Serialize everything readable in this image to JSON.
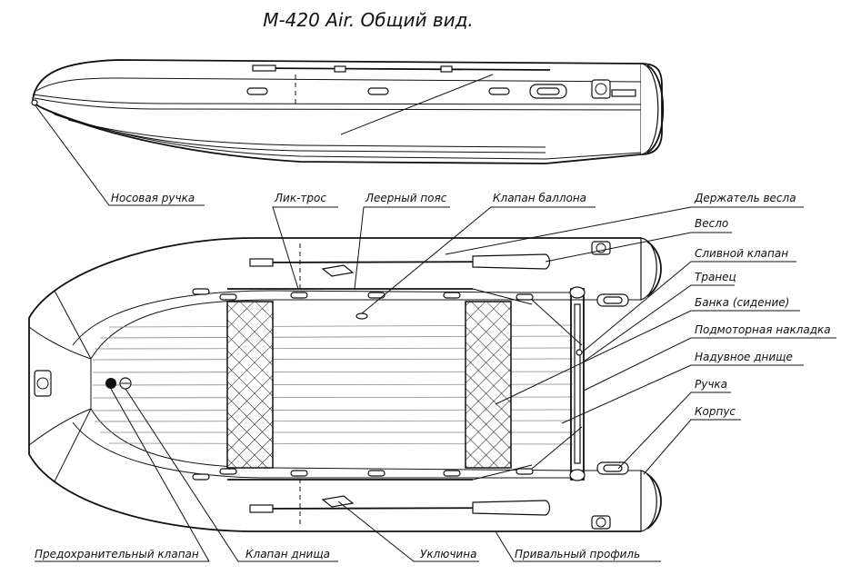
{
  "title": "М-420 Air. Общий вид.",
  "labels": {
    "nose_handle": "Носовая ручка",
    "lik_tros": "Лик-трос",
    "leer": "Леерный пояс",
    "valve_balloon": "Клапан баллона",
    "oar_holder": "Держатель весла",
    "oar": "Весло",
    "drain_valve": "Сливной клапан",
    "transom": "Транец",
    "seat": "Банка (сидение)",
    "motor_pad": "Подмоторная накладка",
    "inflatable_floor": "Надувное днище",
    "handle": "Ручка",
    "hull": "Корпус",
    "safety_valve": "Предохранительный клапан",
    "floor_valve": "Клапан днища",
    "oarlock": "Уключина",
    "rub_strake": "Привальный профиль"
  }
}
